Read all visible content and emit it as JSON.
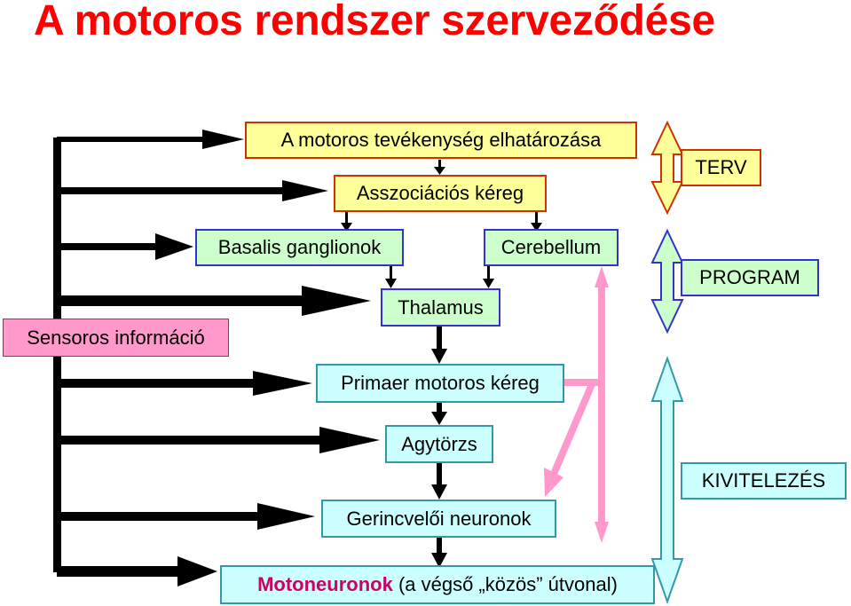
{
  "title": "A motoros rendszer szerveződése",
  "boxes": {
    "decision": "A motoros tevékenység elhatározása",
    "association": "Asszociációs kéreg",
    "basal": "Basalis ganglionok",
    "cerebellum": "Cerebellum",
    "thalamus": "Thalamus",
    "primary_motor": "Primaer motoros kéreg",
    "brainstem": "Agytörzs",
    "spinal": "Gerincvelői neuronok",
    "motoneuron_bold": "Motoneuronok",
    "motoneuron_rest": " (a végső „közös” útvonal)",
    "sensory": "Sensoros információ"
  },
  "stages": {
    "plan": "TERV",
    "program": "PROGRAM",
    "execution": "KIVITELEZÉS"
  },
  "colors": {
    "title": "#ff0000",
    "plan_stage": "#ffff99",
    "program_stage": "#ccffcc",
    "execution_stage": "#ccffff",
    "sensory": "#ff99cc",
    "feedback_arrow": "#ff99cc"
  }
}
